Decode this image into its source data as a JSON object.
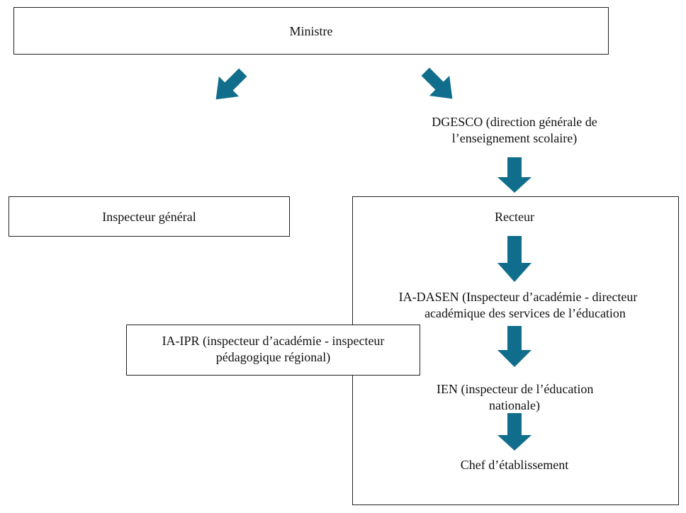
{
  "nodes": {
    "ministre": "Ministre",
    "dgesco": [
      "DGESCO (direction générale de",
      "l’enseignement scolaire)"
    ],
    "inspecteur_general": "Inspecteur général",
    "recteur": "Recteur",
    "ia_dasen": [
      "IA-DASEN (Inspecteur d’académie - directeur",
      "académique des services de l’éducation"
    ],
    "ia_ipr": [
      "IA-IPR (inspecteur d’académie - inspecteur",
      "pédagogique régional)"
    ],
    "ien": [
      "IEN (inspecteur de l’éducation",
      "nationale)"
    ],
    "chef": "Chef d’établissement"
  },
  "colors": {
    "arrow": "#106E8C",
    "border": "#222222"
  }
}
